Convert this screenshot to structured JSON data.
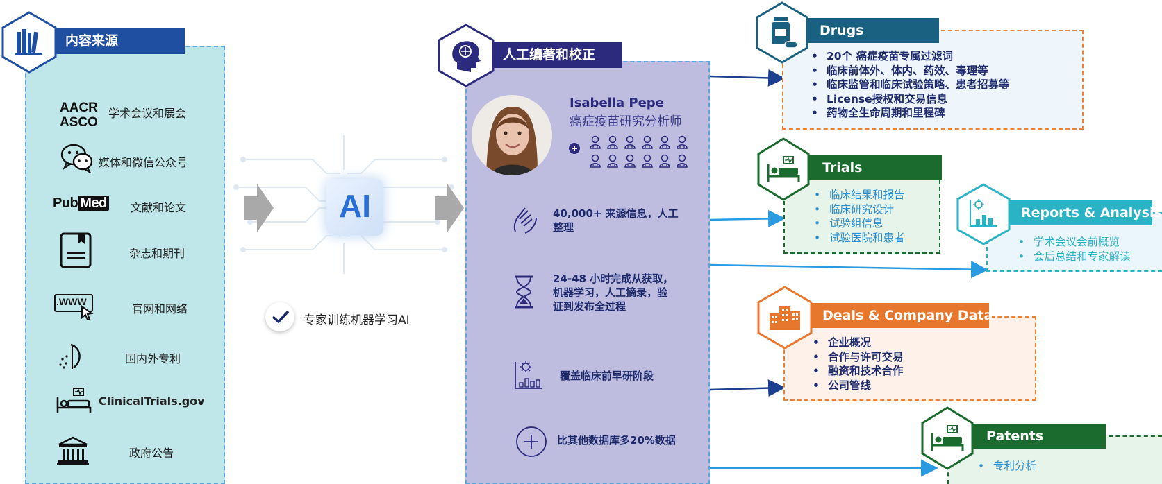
{
  "sources": {
    "title": "内容来源",
    "items": [
      {
        "logo": "AACR\nASCO",
        "logo1": "AACR",
        "logo2": "ASCO",
        "label": "学术会议和展会",
        "icon": "aacr-asco-logo"
      },
      {
        "label": "媒体和微信公众号",
        "icon": "wechat-icon"
      },
      {
        "logo_pub": "Pub",
        "logo_med": "Med",
        "label": "文献和论文",
        "icon": "pubmed-logo"
      },
      {
        "label": "杂志和期刊",
        "icon": "journal-icon"
      },
      {
        "logo_www": ".WWW",
        "label": "官网和网络",
        "icon": "website-icon"
      },
      {
        "label": "国内外专利",
        "icon": "patent-icon"
      },
      {
        "label": "ClinicalTrials.gov",
        "icon": "hospital-bed-icon"
      },
      {
        "label": "政府公告",
        "icon": "government-building-icon"
      }
    ]
  },
  "ai": {
    "chip_label": "AI",
    "caption": "专家训练机器学习AI"
  },
  "curation": {
    "title": "人工编著和校正",
    "analyst_name": "Isabella Pepe",
    "analyst_role": "癌症疫苗研究分析师",
    "features": [
      {
        "icon": "hands-icon",
        "text_l1": "40,000+ 来源信息，人工",
        "text_l2": "整理"
      },
      {
        "icon": "hourglass-icon",
        "text_l1": "24-48 小时完成从获取，",
        "text_l2": "机器学习，人工摘录，验",
        "text_l3": "证到发布全过程"
      },
      {
        "icon": "virus-chart-icon",
        "text_l1": "覆盖临床前早研阶段"
      },
      {
        "icon": "plus-circle-icon",
        "text_l1": "比其他数据库多20%数据"
      }
    ]
  },
  "outputs": {
    "drugs": {
      "title": "Drugs",
      "color": "#1a6080",
      "border": "#e8833a",
      "items": [
        "20个 癌症疫苗专属过滤词",
        "临床前体外、体内、药效、毒理等",
        "临床监管和临床试验策略、患者招募等",
        "License授权和交易信息",
        "药物全生命周期和里程碑"
      ]
    },
    "trials": {
      "title": "Trials",
      "color": "#1b6a2e",
      "border": "#1b6a2e",
      "items": [
        "临床结果和报告",
        "临床研究设计",
        "试验组信息",
        "试验医院和患者"
      ]
    },
    "reports": {
      "title": "Reports & Analysis",
      "color": "#29b3c4",
      "border": "#29b3c4",
      "items": [
        "学术会议会前概览",
        "会后总结和专家解读"
      ]
    },
    "deals": {
      "title": "Deals & Company Data",
      "color": "#e8772e",
      "border": "#e8833a",
      "items": [
        "企业概况",
        "合作与许可交易",
        "融资和技术合作",
        "公司管线"
      ]
    },
    "patents": {
      "title": "Patents",
      "color": "#1b6a2e",
      "border": "#1b6a2e",
      "items": [
        "专利分析"
      ]
    }
  }
}
